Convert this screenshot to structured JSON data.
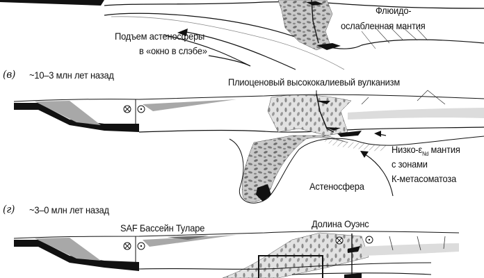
{
  "panel_b_partial": {
    "fluid_label_line1": "Флюидо-",
    "fluid_label_line2": "ослабленная мантия",
    "asthenosphere_rise_line1": "Подъем астеносферы",
    "asthenosphere_rise_line2": "в «окно в слэбе»"
  },
  "panel_v": {
    "letter": "(в)",
    "time": "~10–3 млн лет назад",
    "volcanism_label": "Плиоценовый высококалиевый вулканизм",
    "mantle_label_prefix": "Низко-ε",
    "mantle_label_sub": "Nd",
    "mantle_label_suffix": " мантия",
    "mantle_label_line2": "с зонами",
    "mantle_label_line3": "К-метасоматоза",
    "asthenosphere_label": "Астеносфера"
  },
  "panel_g": {
    "letter": "(г)",
    "time": "~3–0 млн лет назад",
    "saf_label": "SAF Бассейн Туларе",
    "owens_label": "Долина Оуэнс"
  },
  "colors": {
    "ink": "#111111",
    "light_gray": "#dcdcdc",
    "mid_gray": "#a8a8a8",
    "dark_gray": "#6e6e6e"
  }
}
